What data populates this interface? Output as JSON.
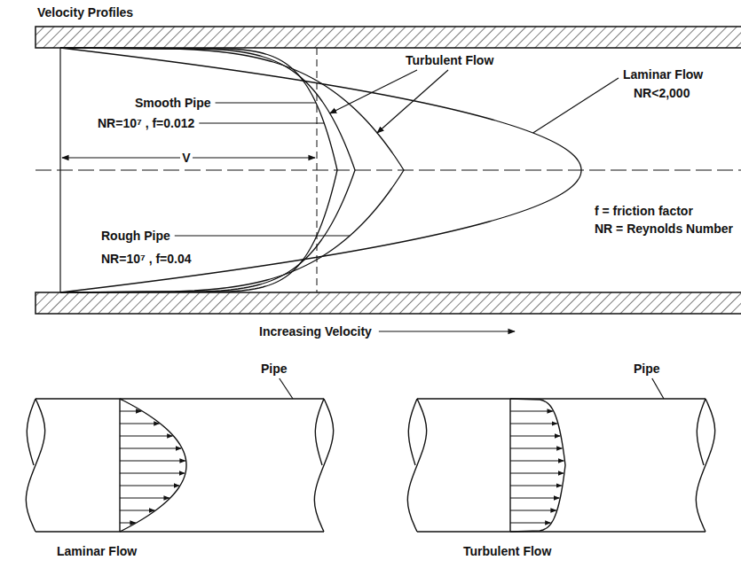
{
  "diagram": {
    "title": "Velocity Profiles",
    "labels": [
      "Smooth Pipe",
      "NR=10⁷ , f=0.012",
      "Turbulent Flow",
      "Laminar Flow",
      "NR<2,000",
      "V",
      "Rough Pipe",
      "NR=10⁷ , f=0.04",
      "f = friction factor",
      "NR = Reynolds Number",
      "Increasing Velocity",
      "Pipe",
      "Pipe",
      "Laminar Flow",
      "Turbulent Flow"
    ]
  }
}
